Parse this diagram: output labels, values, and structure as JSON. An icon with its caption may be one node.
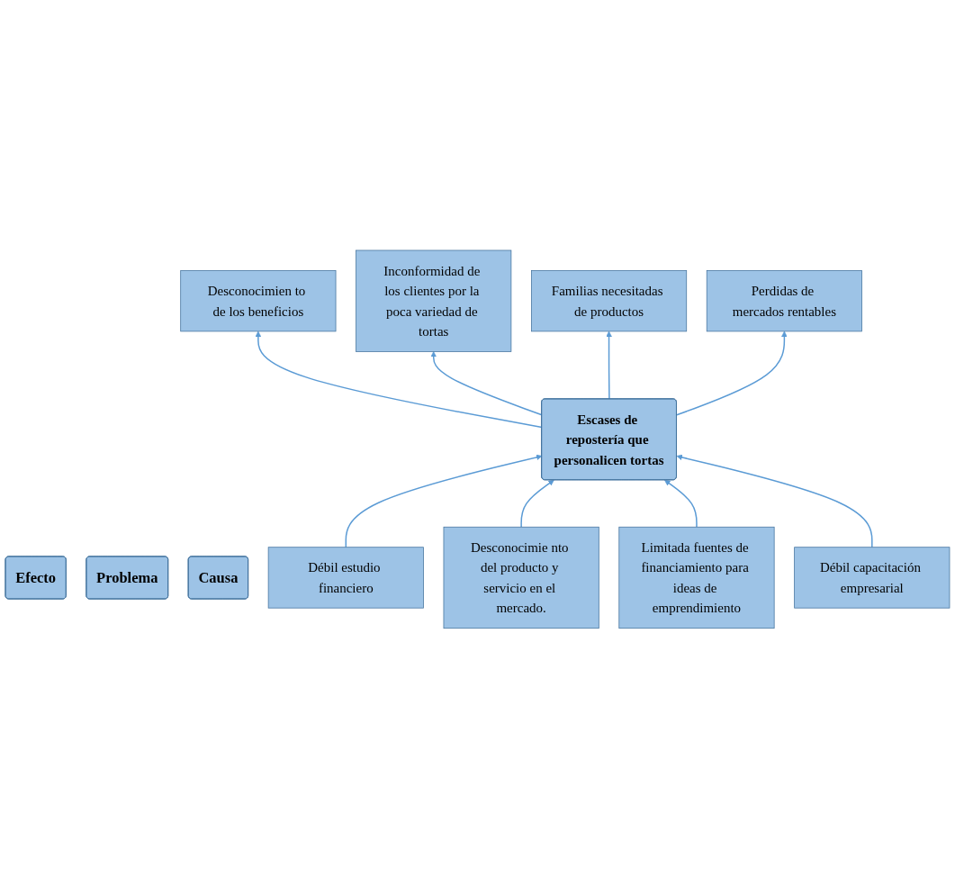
{
  "diagram": {
    "nodes": [
      {
        "text": [
          "Efecto"
        ]
      },
      {
        "text": [
          "Problema"
        ]
      },
      {
        "text": [
          "Causa"
        ]
      },
      {
        "text": [
          "Desconocimien to de los beneficios"
        ]
      },
      {
        "text": [
          "Inconformidad de los clientes por la poca variedad de tortas"
        ]
      },
      {
        "text": [
          "Familias necesitadas de productos"
        ]
      },
      {
        "text": [
          "Perdidas de mercados rentables"
        ]
      },
      {
        "text": [
          "Escases de repostería que personalicen tortas"
        ]
      },
      {
        "text": [
          "Débil estudio financiero"
        ]
      },
      {
        "text": [
          "Desconocimie nto del producto y servicio en el mercado."
        ]
      },
      {
        "text": [
          "Limitada fuentes de financiamiento para ideas de emprendimiento"
        ]
      },
      {
        "text": [
          "Débil capacitación empresarial"
        ]
      }
    ],
    "edges": [
      {
        "from": 7,
        "to": 3,
        "arrow": "to"
      },
      {
        "from": 7,
        "to": 4,
        "arrow": "to"
      },
      {
        "from": 7,
        "to": 5,
        "arrow": "to"
      },
      {
        "from": 7,
        "to": 6,
        "arrow": "to"
      },
      {
        "from": 8,
        "to": 7,
        "arrow": "to"
      },
      {
        "from": 9,
        "to": 7,
        "arrow": "to"
      },
      {
        "from": 10,
        "to": 7,
        "arrow": "to"
      },
      {
        "from": 11,
        "to": 7,
        "arrow": "to"
      }
    ]
  }
}
